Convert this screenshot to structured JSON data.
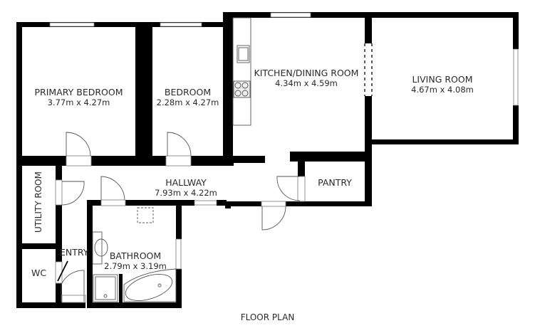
{
  "title": "FLOOR PLAN",
  "rooms": {
    "primary_bedroom": {
      "name": "PRIMARY BEDROOM",
      "dims": "3.77m x 4.27m"
    },
    "bedroom": {
      "name": "BEDROOM",
      "dims": "2.28m x 4.27m"
    },
    "kitchen_dining": {
      "name": "KITCHEN/DINING ROOM",
      "dims": "4.34m x 4.59m"
    },
    "living_room": {
      "name": "LIVING ROOM",
      "dims": "4.67m x 4.08m"
    },
    "hallway": {
      "name": "HALLWAY",
      "dims": "7.93m x 4.22m"
    },
    "pantry": {
      "name": "PANTRY"
    },
    "utility_room": {
      "name": "UTILITY ROOM"
    },
    "entry": {
      "name": "ENTRY"
    },
    "wc": {
      "name": "WC"
    },
    "bathroom": {
      "name": "BATHROOM",
      "dims": "2.79m x 3.19m"
    }
  },
  "colors": {
    "wall": "#000000",
    "background": "#ffffff",
    "fixture_stroke": "#555555"
  }
}
